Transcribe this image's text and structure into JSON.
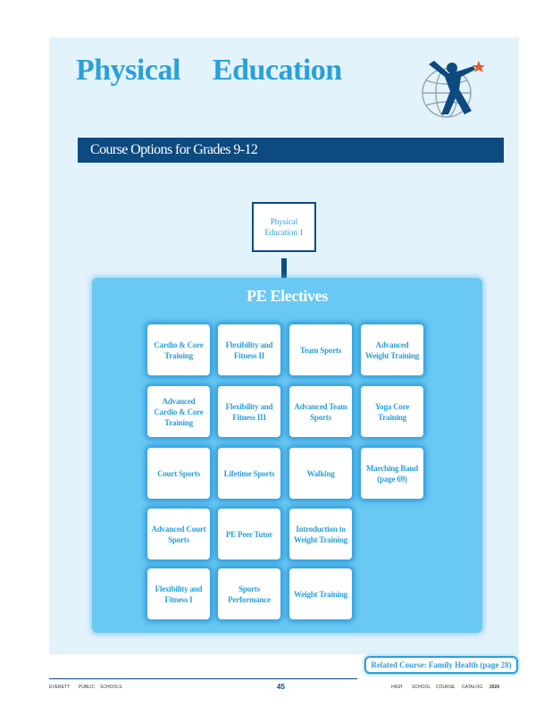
{
  "header": {
    "title_word1": "Physical",
    "title_word2": "Education",
    "banner": "Course Options for Grades 9-12"
  },
  "prerequisite": {
    "label": "Physical Education 1"
  },
  "electives": {
    "title": "PE Electives",
    "courses": [
      "Cardio & Core Training",
      "Flexibility and Fitness II",
      "Team Sports",
      "Advanced Weight Training",
      "Advanced Cardio & Core Training",
      "Flexibility and Fitness III",
      "Advanced Team Sports",
      "Yoga Core Training",
      "Court Sports",
      "Lifetime Sports",
      "Walking",
      "Marching Band (page 69)",
      "Advanced Court Sports",
      "PE Peer Tutor",
      "Introduction to Weight Training",
      "Flexibility and Fitness I",
      "Sports Performance",
      "Weight Training"
    ]
  },
  "related": "Related Course: Family Health (page 28)",
  "footer": {
    "left_1": "EVERETT",
    "left_2": "PUBLIC",
    "left_3": "SCHOOLS",
    "page_number": "45",
    "right_1": "HIGH",
    "right_2": "SCHOOL",
    "right_3": "COURSE",
    "right_4": "CATALOG",
    "right_5": "2020"
  },
  "colors": {
    "accent": "#2aa0d9",
    "navy": "#0c4a80",
    "panel": "#e3f3fc",
    "electives_bg": "#69c9f3",
    "logo_star": "#e85a2a"
  }
}
